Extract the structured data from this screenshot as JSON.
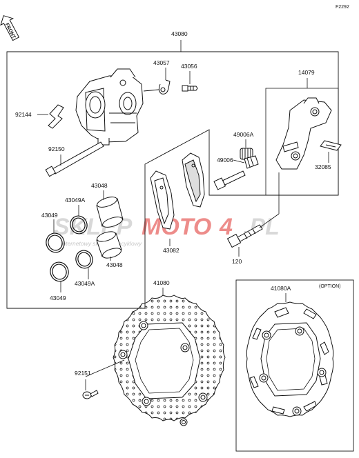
{
  "diagram_code": "F2292",
  "front_label": "FRONT",
  "option_label": "(OPTION)",
  "watermark": {
    "text_a": "SKLEP",
    "text_b": "MOTO",
    "text_c": "4",
    "text_d": ".PL",
    "subtitle": "Internetowy sklep motocyklowy"
  },
  "parts": {
    "p43080": "43080",
    "p43057": "43057",
    "p43056": "43056",
    "p14079": "14079",
    "p92144": "92144",
    "p92150": "92150",
    "p49006A": "49006A",
    "p49006": "49006",
    "p32085": "32085",
    "p43048a": "43048",
    "p43049Aa": "43049A",
    "p43049a": "43049",
    "p43048b": "43048",
    "p43049Ab": "43049A",
    "p43049b": "43049",
    "p43082": "43082",
    "p120": "120",
    "p41080": "41080",
    "p41080A": "41080A",
    "p92151": "92151"
  },
  "colors": {
    "line": "#111111",
    "watermark_red": "#e0302b",
    "watermark_grey": "#b9b9b9"
  }
}
